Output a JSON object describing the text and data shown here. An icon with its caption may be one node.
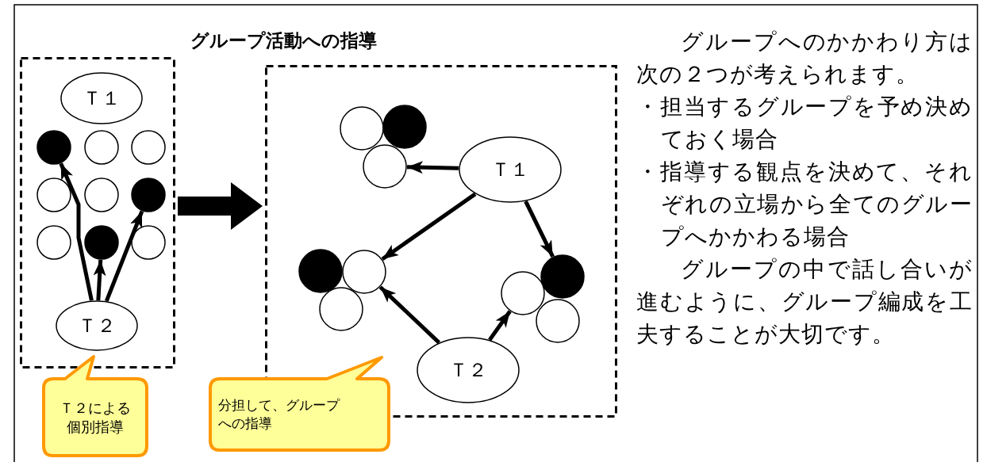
{
  "diagram": {
    "title": "グループ活動への指導",
    "nodes": [
      {
        "text": [],
        "shape": "box"
      },
      {
        "text": [
          "Ｔ１"
        ],
        "in": 0
      },
      {
        "text": [],
        "shape": "circle",
        "in": 0
      },
      {
        "text": [],
        "shape": "circle",
        "in": 0
      },
      {
        "text": [],
        "shape": "circle",
        "in": 0
      },
      {
        "text": [],
        "shape": "circle",
        "in": 0
      },
      {
        "text": [],
        "shape": "circle",
        "in": 0
      },
      {
        "text": [],
        "shape": "circle",
        "in": 0
      },
      {
        "text": [],
        "shape": "circle",
        "in": 0
      },
      {
        "text": [],
        "shape": "circle",
        "in": 0
      },
      {
        "text": [],
        "shape": "circle",
        "in": 0
      },
      {
        "text": [
          "Ｔ２"
        ],
        "in": 0
      },
      {
        "text": [],
        "shape": "box"
      },
      {
        "text": [
          "Ｔ１"
        ],
        "in": 12
      },
      {
        "text": [],
        "shape": "circle",
        "in": 12
      },
      {
        "text": [],
        "shape": "circle",
        "in": 12
      },
      {
        "text": [],
        "shape": "circle",
        "in": 12
      },
      {
        "text": [],
        "shape": "circle",
        "in": 12
      },
      {
        "text": [],
        "shape": "circle",
        "in": 12
      },
      {
        "text": [],
        "shape": "circle",
        "in": 12
      },
      {
        "text": [],
        "shape": "circle",
        "in": 12
      },
      {
        "text": [],
        "shape": "circle",
        "in": 12
      },
      {
        "text": [],
        "shape": "circle",
        "in": 12
      },
      {
        "text": [
          "Ｔ２"
        ],
        "in": 12
      },
      {
        "text": [
          "Ｔ２による個別指導"
        ]
      },
      {
        "text": [
          "分担して、グループへの指導"
        ]
      }
    ],
    "edges": [
      {
        "from": 11,
        "to": 2,
        "arrow": "to"
      },
      {
        "from": 11,
        "to": 9,
        "arrow": "to"
      },
      {
        "from": 11,
        "to": 7,
        "arrow": "to"
      },
      {
        "from": 0,
        "to": 12,
        "arrow": "to",
        "style": "thick"
      },
      {
        "from": 13,
        "to": 16,
        "arrow": "to"
      },
      {
        "from": 13,
        "to": 18,
        "arrow": "to"
      },
      {
        "from": 13,
        "to": 20,
        "arrow": "to"
      },
      {
        "from": 23,
        "to": 18,
        "arrow": "to"
      },
      {
        "from": 23,
        "to": 21,
        "arrow": "to"
      }
    ],
    "labels": [
      "グループへのかかわり方は次の２つが考えられます。",
      "・担当するグループを予め決めておく場合",
      "・指導する観点を決めて、それぞれの立場から全てのグループへかかわる場合",
      "グループの中で話し合いが進むように、グループ編成を工夫することが大切です。"
    ]
  }
}
